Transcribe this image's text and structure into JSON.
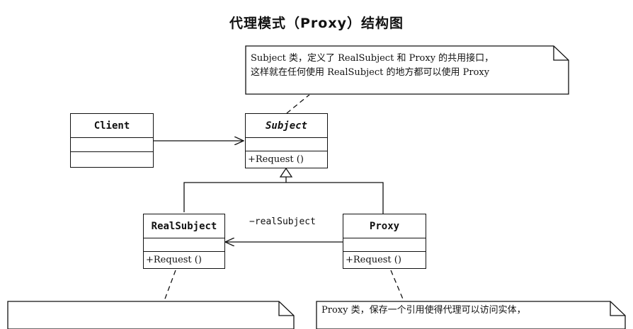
{
  "title": "代理模式（Proxy）结构图",
  "classes": {
    "client": {
      "name": "Client"
    },
    "subject": {
      "name": "Subject",
      "operation": "+Request ()"
    },
    "real_subject": {
      "name": "RealSubject",
      "operation": "+Request ()"
    },
    "proxy": {
      "name": "Proxy",
      "operation": "+Request ()"
    }
  },
  "association_label": "−realSubject",
  "notes": {
    "subject_note": {
      "line1": "Subject 类，定义了 RealSubject 和 Proxy 的共用接口，",
      "line2": "这样就在任何使用 RealSubject 的地方都可以使用 Proxy"
    },
    "proxy_note": {
      "line1": "Proxy 类，保存一个引用使得代理可以访问实体，"
    }
  }
}
